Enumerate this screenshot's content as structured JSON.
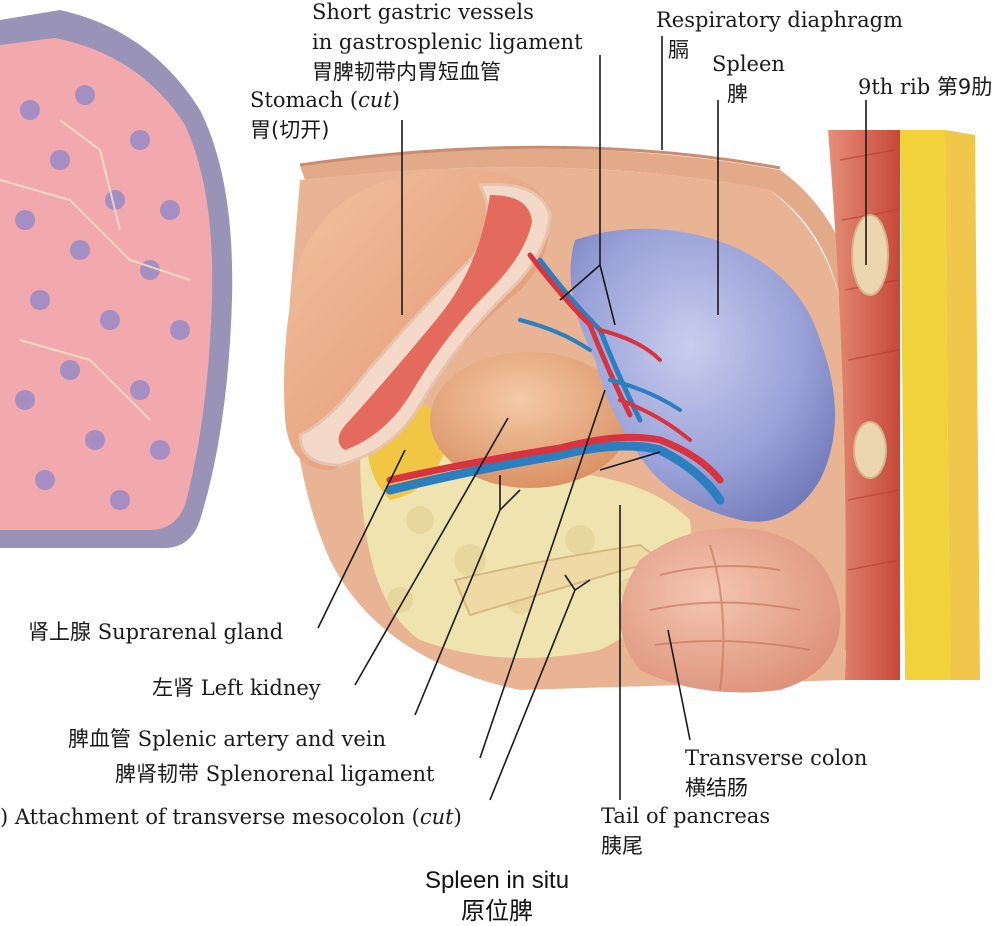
{
  "labels": {
    "short_gastric_en1": "Short gastric vessels",
    "short_gastric_en2": "in gastrosplenic ligament",
    "short_gastric_zh": "胃脾韧带内胃短血管",
    "stomach_en": "Stomach (",
    "stomach_cut": "cut",
    "stomach_close": ")",
    "stomach_zh": "胃(切开)",
    "diaphragm_en": "Respiratory diaphragm",
    "diaphragm_zh": "膈",
    "spleen_en": "Spleen",
    "spleen_zh": "脾",
    "rib_en": "9th rib",
    "rib_zh": "第9肋",
    "suprarenal_zh": "肾上腺",
    "suprarenal_en": "Suprarenal gland",
    "kidney_zh": "左肾",
    "kidney_en": "Left kidney",
    "splenic_vessels_zh": "脾血管",
    "splenic_vessels_en": "Splenic artery and vein",
    "splenorenal_zh": "脾肾韧带",
    "splenorenal_en": "Splenorenal ligament",
    "mesocolon_en": ") Attachment of transverse mesocolon (",
    "mesocolon_cut": "cut",
    "mesocolon_close": ")",
    "colon_en": "Transverse colon",
    "colon_zh": "横结肠",
    "pancreas_en": "Tail of pancreas",
    "pancreas_zh": "胰尾"
  },
  "title": {
    "en": "Spleen in situ",
    "zh": "原位脾"
  },
  "colors": {
    "spleen": "#9aa2d8",
    "stomach": "#e9a27f",
    "kidney": "#e3a578",
    "fat": "#efe3b0",
    "colon": "#e7a78f",
    "artery": "#d8333e",
    "vein": "#2b7fbf",
    "muscle": "#cf5b4a",
    "bone": "#f2d23a",
    "liver": "#f1a9ad"
  }
}
